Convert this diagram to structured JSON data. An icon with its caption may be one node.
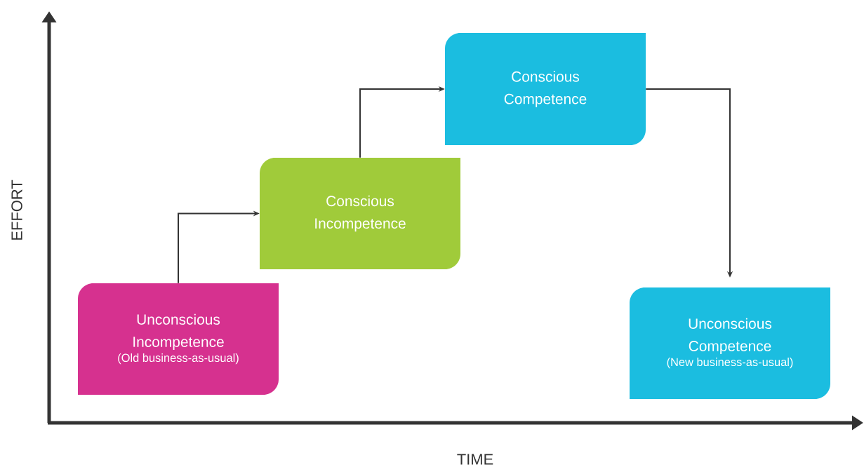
{
  "diagram": {
    "nodes": [
      {
        "text": [
          "Unconscious Incompetence",
          "(Old business-as-usual)"
        ]
      },
      {
        "text": [
          "Conscious Incompetence"
        ]
      },
      {
        "text": [
          "Conscious Competence"
        ]
      },
      {
        "text": [
          "Unconscious Competence",
          "(New business-as-usual)"
        ]
      }
    ],
    "edges": [
      {
        "from": 0,
        "to": 1,
        "arrow": "to"
      },
      {
        "from": 1,
        "to": 2,
        "arrow": "to"
      },
      {
        "from": 2,
        "to": 3,
        "arrow": "to"
      }
    ],
    "labels": [
      "EFFORT",
      "TIME"
    ]
  }
}
